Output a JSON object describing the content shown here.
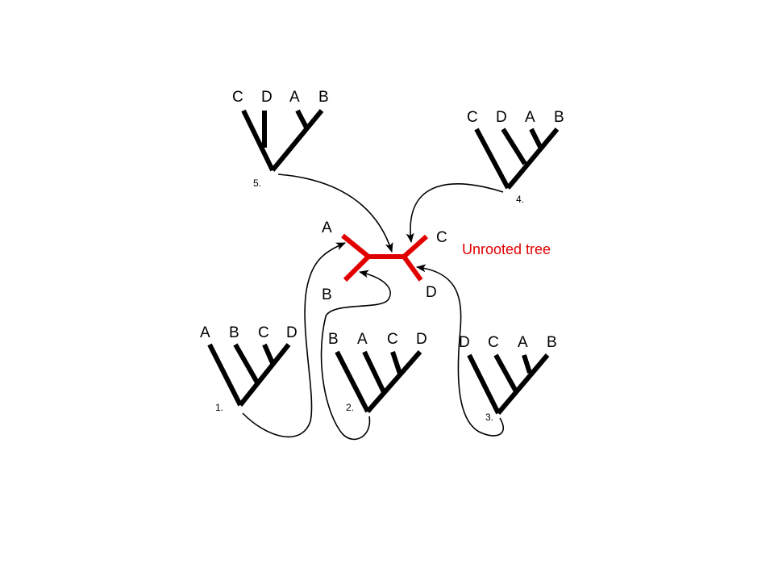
{
  "colors": {
    "tree": "#000000",
    "unrooted": "#e00000"
  },
  "unrooted": {
    "caption": "Unrooted tree",
    "labels": [
      "A",
      "B",
      "C",
      "D"
    ]
  },
  "trees": [
    {
      "number": "1.",
      "leaves": [
        "A",
        "B",
        "C",
        "D"
      ]
    },
    {
      "number": "2.",
      "leaves": [
        "B",
        "A",
        "C",
        "D"
      ]
    },
    {
      "number": "3.",
      "leaves": [
        "D",
        "C",
        "A",
        "B"
      ]
    },
    {
      "number": "4.",
      "leaves": [
        "C",
        "D",
        "A",
        "B"
      ]
    },
    {
      "number": "5.",
      "leaves": [
        "C",
        "D",
        "A",
        "B"
      ]
    }
  ]
}
